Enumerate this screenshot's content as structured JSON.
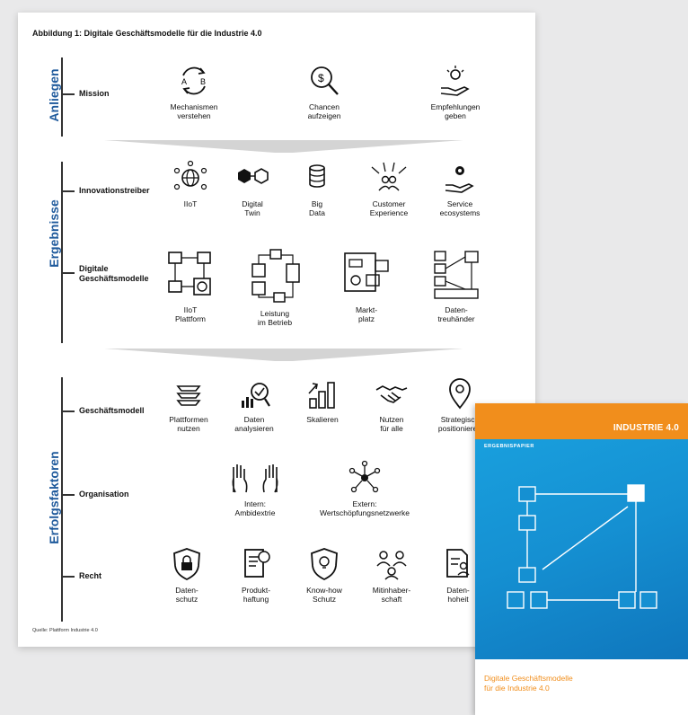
{
  "figure_title": "Abbildung 1: Digitale Geschäftsmodelle für die Industrie 4.0",
  "source": "Quelle: Plattform Industrie 4.0",
  "sections": {
    "anliegen": "Anliegen",
    "ergebnisse": "Ergebnisse",
    "erfolgsfaktoren": "Erfolgsfaktoren"
  },
  "rows": {
    "mission": "Mission",
    "innovationstreiber": "Innovationstreiber",
    "digitale_geschaeftsmodelle": "Digitale\nGeschäftsmodelle",
    "geschaeftsmodell": "Geschäftsmodell",
    "organisation": "Organisation",
    "recht": "Recht"
  },
  "items": {
    "mission": [
      "Mechanismen\nverstehen",
      "Chancen\naufzeigen",
      "Empfehlungen\ngeben"
    ],
    "innovation": [
      "IIoT",
      "Digital\nTwin",
      "Big\nData",
      "Customer\nExperience",
      "Service\necosystems"
    ],
    "models": [
      "IIoT\nPlattform",
      "Leistung\nim Betrieb",
      "Markt-\nplatz",
      "Daten-\ntreuhänder"
    ],
    "geschaeft": [
      "Plattformen\nnutzen",
      "Daten\nanalysieren",
      "Skalieren",
      "Nutzen\nfür alle",
      "Strategisch\npositionieren"
    ],
    "organisation": [
      "Intern:\nAmbidextrie",
      "Extern:\nWertschöpfungsnetzwerke"
    ],
    "recht": [
      "Daten-\nschutz",
      "Produkt-\nhaftung",
      "Know-how\nSchutz",
      "Mitinhaber-\nschaft",
      "Daten-\nhoheit"
    ]
  },
  "icon_labels": {
    "a": "A",
    "b": "B",
    "dollar": "$"
  },
  "cover": {
    "brand": "INDUSTRIE 4.0",
    "label": "ERGEBNISPAPIER",
    "title_line1": "Digitale Geschäftsmodelle",
    "title_line2": "für die Industrie 4.0"
  },
  "colors": {
    "section_blue": "#1f5a9c",
    "cover_blue": "#1590d2",
    "cover_orange": "#f18e1c"
  }
}
